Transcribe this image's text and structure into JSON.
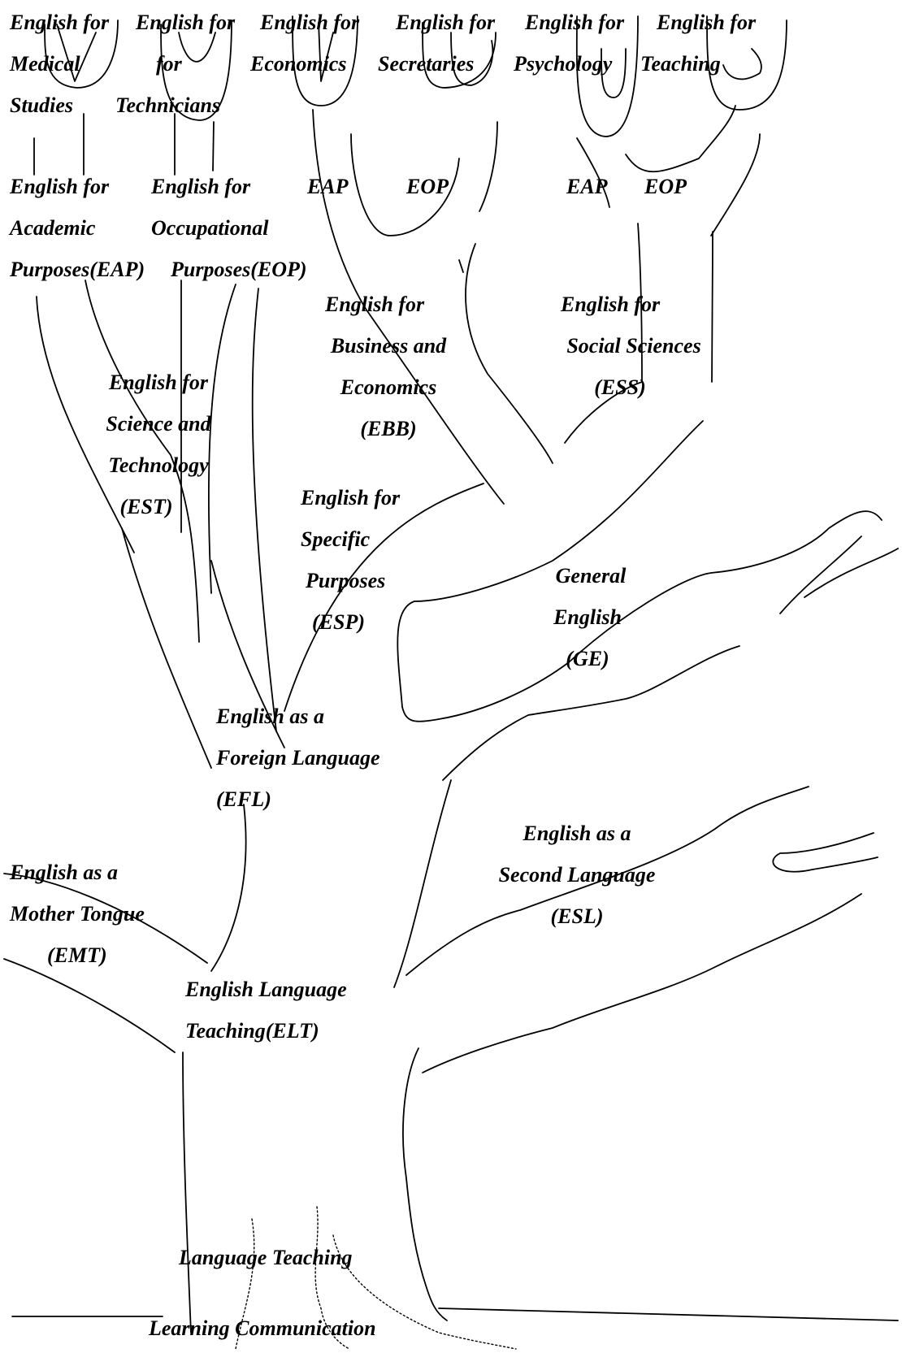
{
  "diagram": {
    "line_color": "#000000",
    "labels": {
      "esp_medical": [
        "English for",
        "Medical",
        "Studies"
      ],
      "esp_technicians": [
        "English for",
        "for",
        "Technicians"
      ],
      "esp_economics": [
        "English for",
        "Economics"
      ],
      "esp_secretaries": [
        "English for",
        "Secretaries"
      ],
      "esp_psychology": [
        "English for",
        "Psychology"
      ],
      "esp_teaching": [
        "English for",
        "Teaching"
      ],
      "eap_left": [
        "English for",
        "Academic",
        "Purposes(EAP)"
      ],
      "eop_left": [
        "English for",
        "Occupational",
        "Purposes(EOP)"
      ],
      "eap_mid": "EAP",
      "eop_mid": "EOP",
      "eap_right": "EAP",
      "eop_right": "EOP",
      "ebb": [
        "English for",
        "Business and",
        "Economics",
        "(EBB)"
      ],
      "ess": [
        "English for",
        "Social Sciences",
        "(ESS)"
      ],
      "est": [
        "English for",
        "Science and",
        "Technology",
        "(EST)"
      ],
      "esp": [
        "English for",
        "Specific",
        "Purposes",
        "(ESP)"
      ],
      "ge": [
        "General",
        "English",
        "(GE)"
      ],
      "efl": [
        "English as a",
        "Foreign Language",
        "(EFL)"
      ],
      "esl": [
        "English as a",
        "Second Language",
        "(ESL)"
      ],
      "emt": [
        "English as a",
        "Mother Tongue",
        "(EMT)"
      ],
      "elt": [
        "English Language",
        "Teaching(ELT)"
      ],
      "language_teaching": "Language Teaching",
      "roots": "Learning Communication"
    }
  }
}
